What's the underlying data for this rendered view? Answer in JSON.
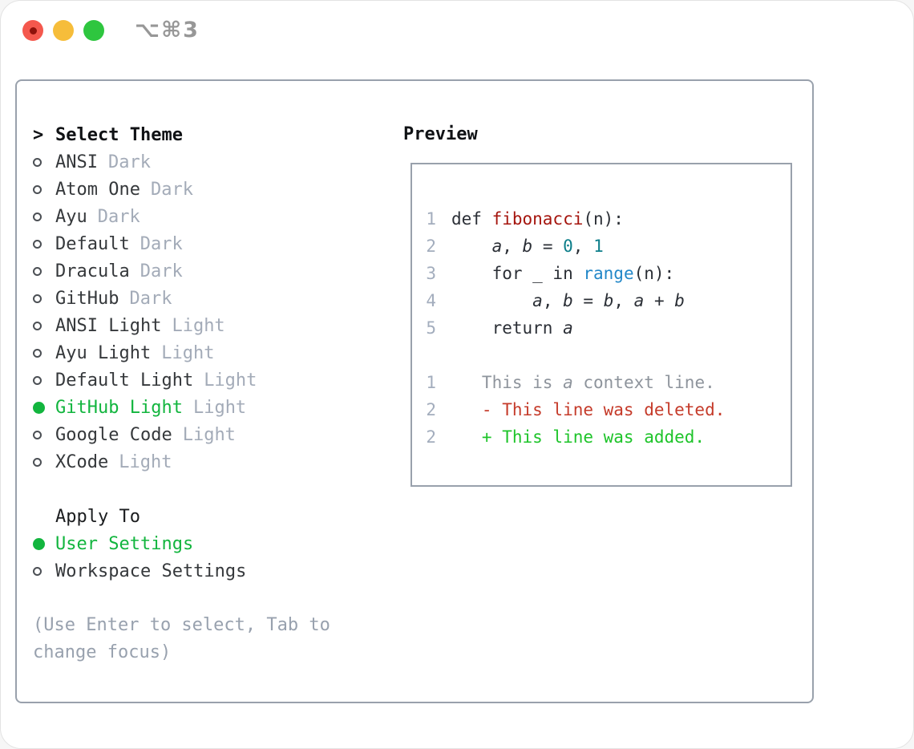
{
  "window": {
    "shortcut_label": "⌥⌘3",
    "traffic_lights": [
      {
        "name": "close",
        "color": "#f4584d",
        "dot": "#8e120b"
      },
      {
        "name": "minimize",
        "color": "#f6bd3a"
      },
      {
        "name": "zoom",
        "color": "#2ec63f"
      }
    ]
  },
  "theme_picker": {
    "header_marker": ">",
    "header_label": "Select Theme",
    "themes": [
      {
        "name": "ANSI",
        "variant": "Dark",
        "selected": false
      },
      {
        "name": "Atom One",
        "variant": "Dark",
        "selected": false
      },
      {
        "name": "Ayu",
        "variant": "Dark",
        "selected": false
      },
      {
        "name": "Default",
        "variant": "Dark",
        "selected": false
      },
      {
        "name": "Dracula",
        "variant": "Dark",
        "selected": false
      },
      {
        "name": "GitHub",
        "variant": "Dark",
        "selected": false
      },
      {
        "name": "ANSI Light",
        "variant": "Light",
        "selected": false
      },
      {
        "name": "Ayu Light",
        "variant": "Light",
        "selected": false
      },
      {
        "name": "Default Light",
        "variant": "Light",
        "selected": false
      },
      {
        "name": "GitHub Light",
        "variant": "Light",
        "selected": true
      },
      {
        "name": "Google Code",
        "variant": "Light",
        "selected": false
      },
      {
        "name": "XCode",
        "variant": "Light",
        "selected": false
      }
    ]
  },
  "apply_to": {
    "header_label": "Apply To",
    "options": [
      {
        "label": "User Settings",
        "selected": true
      },
      {
        "label": "Workspace Settings",
        "selected": false
      }
    ]
  },
  "hint_text": "(Use Enter to select, Tab to change focus)",
  "preview": {
    "header_label": "Preview",
    "lines": [
      {
        "num": "1",
        "segments": [
          {
            "t": "def ",
            "s": "code"
          },
          {
            "t": "fibonacci",
            "s": "func"
          },
          {
            "t": "(n):",
            "s": "code"
          }
        ]
      },
      {
        "num": "2",
        "segments": [
          {
            "t": "    ",
            "s": "code"
          },
          {
            "t": "a",
            "s": "var"
          },
          {
            "t": ", ",
            "s": "code"
          },
          {
            "t": "b",
            "s": "var"
          },
          {
            "t": " = ",
            "s": "code"
          },
          {
            "t": "0",
            "s": "number"
          },
          {
            "t": ", ",
            "s": "code"
          },
          {
            "t": "1",
            "s": "number"
          }
        ]
      },
      {
        "num": "3",
        "segments": [
          {
            "t": "    for _ in ",
            "s": "code"
          },
          {
            "t": "range",
            "s": "call"
          },
          {
            "t": "(n):",
            "s": "code"
          }
        ]
      },
      {
        "num": "4",
        "segments": [
          {
            "t": "        ",
            "s": "code"
          },
          {
            "t": "a",
            "s": "var"
          },
          {
            "t": ", ",
            "s": "code"
          },
          {
            "t": "b",
            "s": "var"
          },
          {
            "t": " = ",
            "s": "code"
          },
          {
            "t": "b",
            "s": "var"
          },
          {
            "t": ", ",
            "s": "code"
          },
          {
            "t": "a",
            "s": "var"
          },
          {
            "t": " + ",
            "s": "code"
          },
          {
            "t": "b",
            "s": "var"
          }
        ]
      },
      {
        "num": "5",
        "segments": [
          {
            "t": "    return ",
            "s": "code"
          },
          {
            "t": "a",
            "s": "var"
          }
        ]
      },
      {
        "num": "",
        "segments": []
      },
      {
        "num": "1",
        "segments": [
          {
            "t": "   This is ",
            "s": "context"
          },
          {
            "t": "a",
            "s": "context-var"
          },
          {
            "t": " context line.",
            "s": "context"
          }
        ]
      },
      {
        "num": "2",
        "segments": [
          {
            "t": "   - This line was deleted.",
            "s": "deleted"
          }
        ]
      },
      {
        "num": "2",
        "segments": [
          {
            "t": "   + This line was added.",
            "s": "added"
          }
        ]
      }
    ]
  },
  "colors": {
    "selected_green": "#12b53e",
    "added_green": "#1ec42a",
    "deleted_red": "#c53b2a",
    "function_red": "#a5150e",
    "number_teal": "#0d7e8a",
    "call_blue": "#2287c8",
    "code_text": "#2b2f36",
    "line_number": "#a3adbd",
    "label_text": "#35383b",
    "variant_text": "#a3abb8",
    "hint_text": "#98a1ae",
    "border": "#99a1ac",
    "context_gray": "#8e949c",
    "header_text": "#101215"
  }
}
